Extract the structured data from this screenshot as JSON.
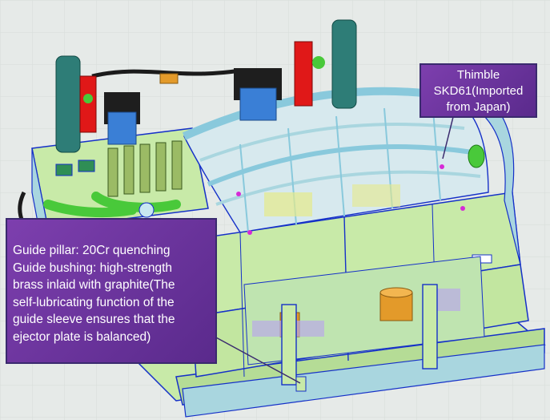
{
  "callouts": {
    "thimble": {
      "lines": [
        "Thimble",
        "SKD61(Imported",
        "from Japan)"
      ]
    },
    "guide": {
      "lines": [
        "Guide pillar: 20Cr quenching",
        "Guide bushing: high-strength",
        "brass inlaid with graphite(The",
        "self-lubricating function of the",
        "guide sleeve ensures that the",
        "ejector plate is balanced)"
      ]
    }
  },
  "colors": {
    "background": "#e4e8e6",
    "mold_green": "#c8eaa8",
    "mold_edge": "#1530c8",
    "steel_blue": "#a9d6df",
    "cylinder_teal": "#2e7d77",
    "block_red": "#e01818",
    "cylinder_blue": "#3a7fd6",
    "hose_green": "#49c93a",
    "brass_orange": "#e39a2a",
    "callout_purple": "#6a2f9e"
  }
}
